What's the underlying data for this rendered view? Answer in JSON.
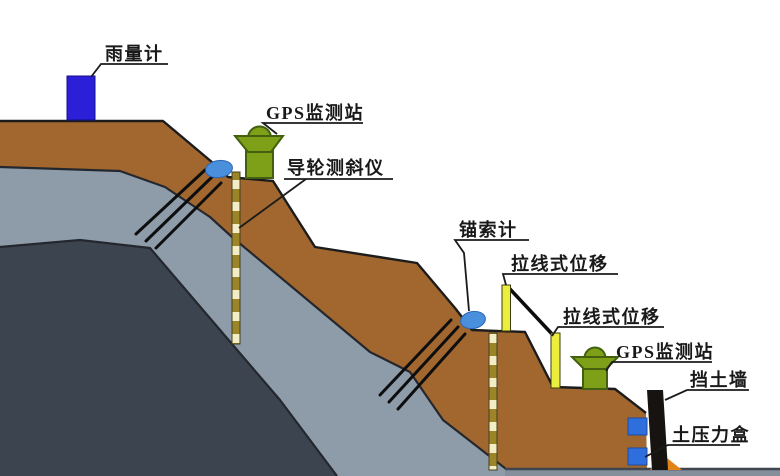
{
  "diagram": {
    "description": "slope monitoring instrumentation cross-section schematic"
  },
  "labels": {
    "rain_gauge": "雨量计",
    "gps_station_top": "GPS监测站",
    "guide_wheel_inclinometer": "导轮测斜仪",
    "anchor_cable_gauge": "锚索计",
    "pull_wire_displacement_upper": "拉线式位移",
    "pull_wire_displacement_lower": "拉线式位移",
    "gps_station_lower": "GPS监测站",
    "retaining_wall": "挡土墙",
    "earth_pressure_cell": "土压力盒"
  },
  "colors": {
    "background": "#ffffff",
    "soil-brown": "#a1672f",
    "rock-light": "#8e9caa",
    "rock-dark": "#3c4450",
    "road-gray": "#848f9b",
    "road-edge": "#3f464f",
    "gauge-blue": "#2c1fd8",
    "anchor-blue": "#4a8fdc",
    "gps-green": "#7da018",
    "gps-green-dark": "#42600f",
    "post-yellow": "#ebee3c",
    "tube-olive": "#9c8428",
    "tube-cream": "#f2edc4",
    "cell-blue": "#2f6fdd",
    "wall-black": "#171310",
    "wedge-orange": "#e08418",
    "line-dark": "#1b1b1b"
  }
}
